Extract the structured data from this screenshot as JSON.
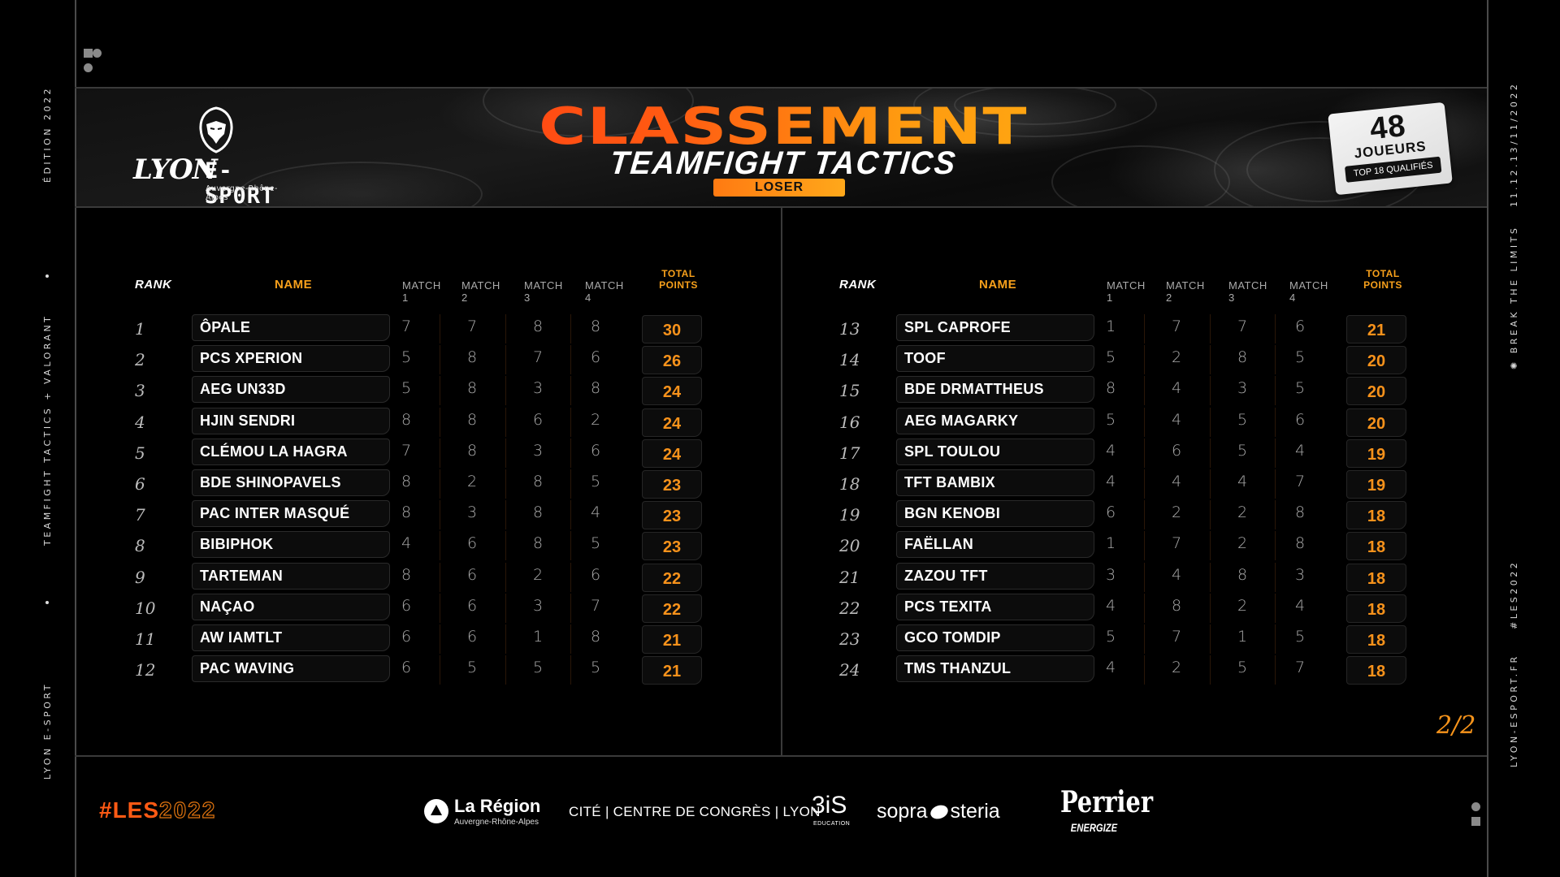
{
  "side_left": {
    "edition": "ÉDITION 2022",
    "games": "TEAMFIGHT TACTICS + VALORANT",
    "brand": "LYON E-SPORT"
  },
  "side_right": {
    "dates": "11.12.13/11/2022",
    "tagline": "BREAK THE LIMITS",
    "hashtag": "#LES2022",
    "website": "LYON-ESPORT.FR"
  },
  "banner": {
    "logo": {
      "lyon": "LYON",
      "esport": "E-SP0RT",
      "region": "Auvergne-Rhône-Alpes"
    },
    "title": "CLASSEMENT",
    "subtitle": "TEAMFIGHT TACTICS",
    "bracket": "LOSER",
    "sticker": {
      "count": "48",
      "label": "JOUEURS",
      "note": "TOP 18 QUALIFIÉS"
    }
  },
  "headers": {
    "rank": "RANK",
    "name": "NAME",
    "match1": "MATCH 1",
    "match2": "MATCH 2",
    "match3": "MATCH 3",
    "match4": "MATCH 4",
    "total_line1": "TOTAL",
    "total_line2": "POINTS"
  },
  "standings_left": [
    {
      "rank": "1",
      "name": "ÔPALE",
      "m1": "7",
      "m2": "7",
      "m3": "8",
      "m4": "8",
      "total": "30"
    },
    {
      "rank": "2",
      "name": "PCS XPERION",
      "m1": "5",
      "m2": "8",
      "m3": "7",
      "m4": "6",
      "total": "26"
    },
    {
      "rank": "3",
      "name": "AEG UN33D",
      "m1": "5",
      "m2": "8",
      "m3": "3",
      "m4": "8",
      "total": "24"
    },
    {
      "rank": "4",
      "name": "HJIN SENDRI",
      "m1": "8",
      "m2": "8",
      "m3": "6",
      "m4": "2",
      "total": "24"
    },
    {
      "rank": "5",
      "name": "CLÉMOU LA HAGRA",
      "m1": "7",
      "m2": "8",
      "m3": "3",
      "m4": "6",
      "total": "24"
    },
    {
      "rank": "6",
      "name": "BDE SHINOPAVELS",
      "m1": "8",
      "m2": "2",
      "m3": "8",
      "m4": "5",
      "total": "23"
    },
    {
      "rank": "7",
      "name": "PAC INTER MASQUÉ",
      "m1": "8",
      "m2": "3",
      "m3": "8",
      "m4": "4",
      "total": "23"
    },
    {
      "rank": "8",
      "name": "BIBIPHOK",
      "m1": "4",
      "m2": "6",
      "m3": "8",
      "m4": "5",
      "total": "23"
    },
    {
      "rank": "9",
      "name": "TARTEMAN",
      "m1": "8",
      "m2": "6",
      "m3": "2",
      "m4": "6",
      "total": "22"
    },
    {
      "rank": "10",
      "name": "NAÇAO",
      "m1": "6",
      "m2": "6",
      "m3": "3",
      "m4": "7",
      "total": "22"
    },
    {
      "rank": "11",
      "name": "AW IAMTLT",
      "m1": "6",
      "m2": "6",
      "m3": "1",
      "m4": "8",
      "total": "21"
    },
    {
      "rank": "12",
      "name": "PAC WAVING",
      "m1": "6",
      "m2": "5",
      "m3": "5",
      "m4": "5",
      "total": "21"
    }
  ],
  "standings_right": [
    {
      "rank": "13",
      "name": "SPL CAPROFE",
      "m1": "1",
      "m2": "7",
      "m3": "7",
      "m4": "6",
      "total": "21"
    },
    {
      "rank": "14",
      "name": "TOOF",
      "m1": "5",
      "m2": "2",
      "m3": "8",
      "m4": "5",
      "total": "20"
    },
    {
      "rank": "15",
      "name": "BDE DRMATTHEUS",
      "m1": "8",
      "m2": "4",
      "m3": "3",
      "m4": "5",
      "total": "20"
    },
    {
      "rank": "16",
      "name": "AEG MAGARKY",
      "m1": "5",
      "m2": "4",
      "m3": "5",
      "m4": "6",
      "total": "20"
    },
    {
      "rank": "17",
      "name": "SPL TOULOU",
      "m1": "4",
      "m2": "6",
      "m3": "5",
      "m4": "4",
      "total": "19"
    },
    {
      "rank": "18",
      "name": "TFT BAMBIX",
      "m1": "4",
      "m2": "4",
      "m3": "4",
      "m4": "7",
      "total": "19"
    },
    {
      "rank": "19",
      "name": "BGN KENOBI",
      "m1": "6",
      "m2": "2",
      "m3": "2",
      "m4": "8",
      "total": "18"
    },
    {
      "rank": "20",
      "name": "FAËLLAN",
      "m1": "1",
      "m2": "7",
      "m3": "2",
      "m4": "8",
      "total": "18"
    },
    {
      "rank": "21",
      "name": "ZAZOU TFT",
      "m1": "3",
      "m2": "4",
      "m3": "8",
      "m4": "3",
      "total": "18"
    },
    {
      "rank": "22",
      "name": "PCS TEXITA",
      "m1": "4",
      "m2": "8",
      "m3": "2",
      "m4": "4",
      "total": "18"
    },
    {
      "rank": "23",
      "name": "GCO TOMDIP",
      "m1": "5",
      "m2": "7",
      "m3": "1",
      "m4": "5",
      "total": "18"
    },
    {
      "rank": "24",
      "name": "TMS THANZUL",
      "m1": "4",
      "m2": "2",
      "m3": "5",
      "m4": "7",
      "total": "18"
    }
  ],
  "pagination": "2/2",
  "footer": {
    "hashtag_prefix": "#LES",
    "hashtag_year": "2022",
    "sponsors": {
      "region_title": "La Région",
      "region_sub": "Auvergne-Rhône-Alpes",
      "cite": "CITÉ | CENTRE DE CONGRÈS | LYON",
      "threeis": "3iS",
      "threeis_sub": "EDUCATION",
      "sopra_a": "sopra",
      "sopra_b": "steria",
      "perrier": "Perrier",
      "perrier_sub": "ENERGIZE"
    }
  },
  "colors": {
    "accent_orange": "#f7921b",
    "title_red": "#ff3c14",
    "background": "#000000",
    "frame_line": "#3a3a3a"
  }
}
